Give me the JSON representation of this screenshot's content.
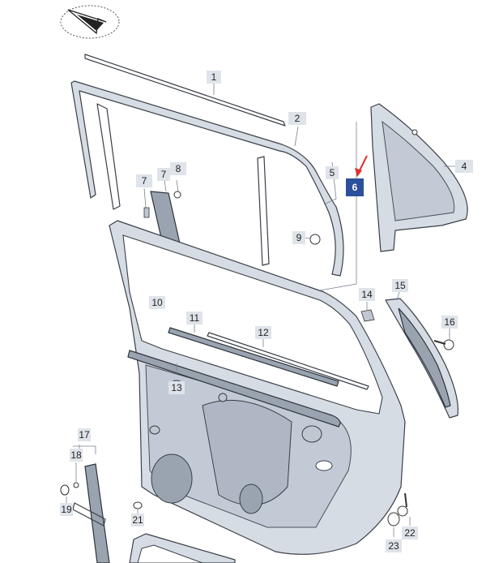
{
  "diagram": {
    "highlight_color": "#2b4f9a",
    "label_bg": "#dfe3ea",
    "pointer_color": "#e0312b",
    "labels": [
      {
        "id": "p1",
        "text": "1"
      },
      {
        "id": "p2",
        "text": "2"
      },
      {
        "id": "p4",
        "text": "4"
      },
      {
        "id": "p5",
        "text": "5"
      },
      {
        "id": "p6",
        "text": "6"
      },
      {
        "id": "p7a",
        "text": "7"
      },
      {
        "id": "p7b",
        "text": "7"
      },
      {
        "id": "p8",
        "text": "8"
      },
      {
        "id": "p9",
        "text": "9"
      },
      {
        "id": "p10",
        "text": "10"
      },
      {
        "id": "p11",
        "text": "11"
      },
      {
        "id": "p12",
        "text": "12"
      },
      {
        "id": "p13",
        "text": "13"
      },
      {
        "id": "p14",
        "text": "14"
      },
      {
        "id": "p15",
        "text": "15"
      },
      {
        "id": "p16",
        "text": "16"
      },
      {
        "id": "p17",
        "text": "17"
      },
      {
        "id": "p18",
        "text": "18"
      },
      {
        "id": "p19",
        "text": "19"
      },
      {
        "id": "p21",
        "text": "21"
      },
      {
        "id": "p22",
        "text": "22"
      },
      {
        "id": "p23",
        "text": "23"
      }
    ],
    "icons": {
      "compass": "direction-arrow-icon",
      "pointer": "red-pointer-arrow-icon"
    }
  }
}
